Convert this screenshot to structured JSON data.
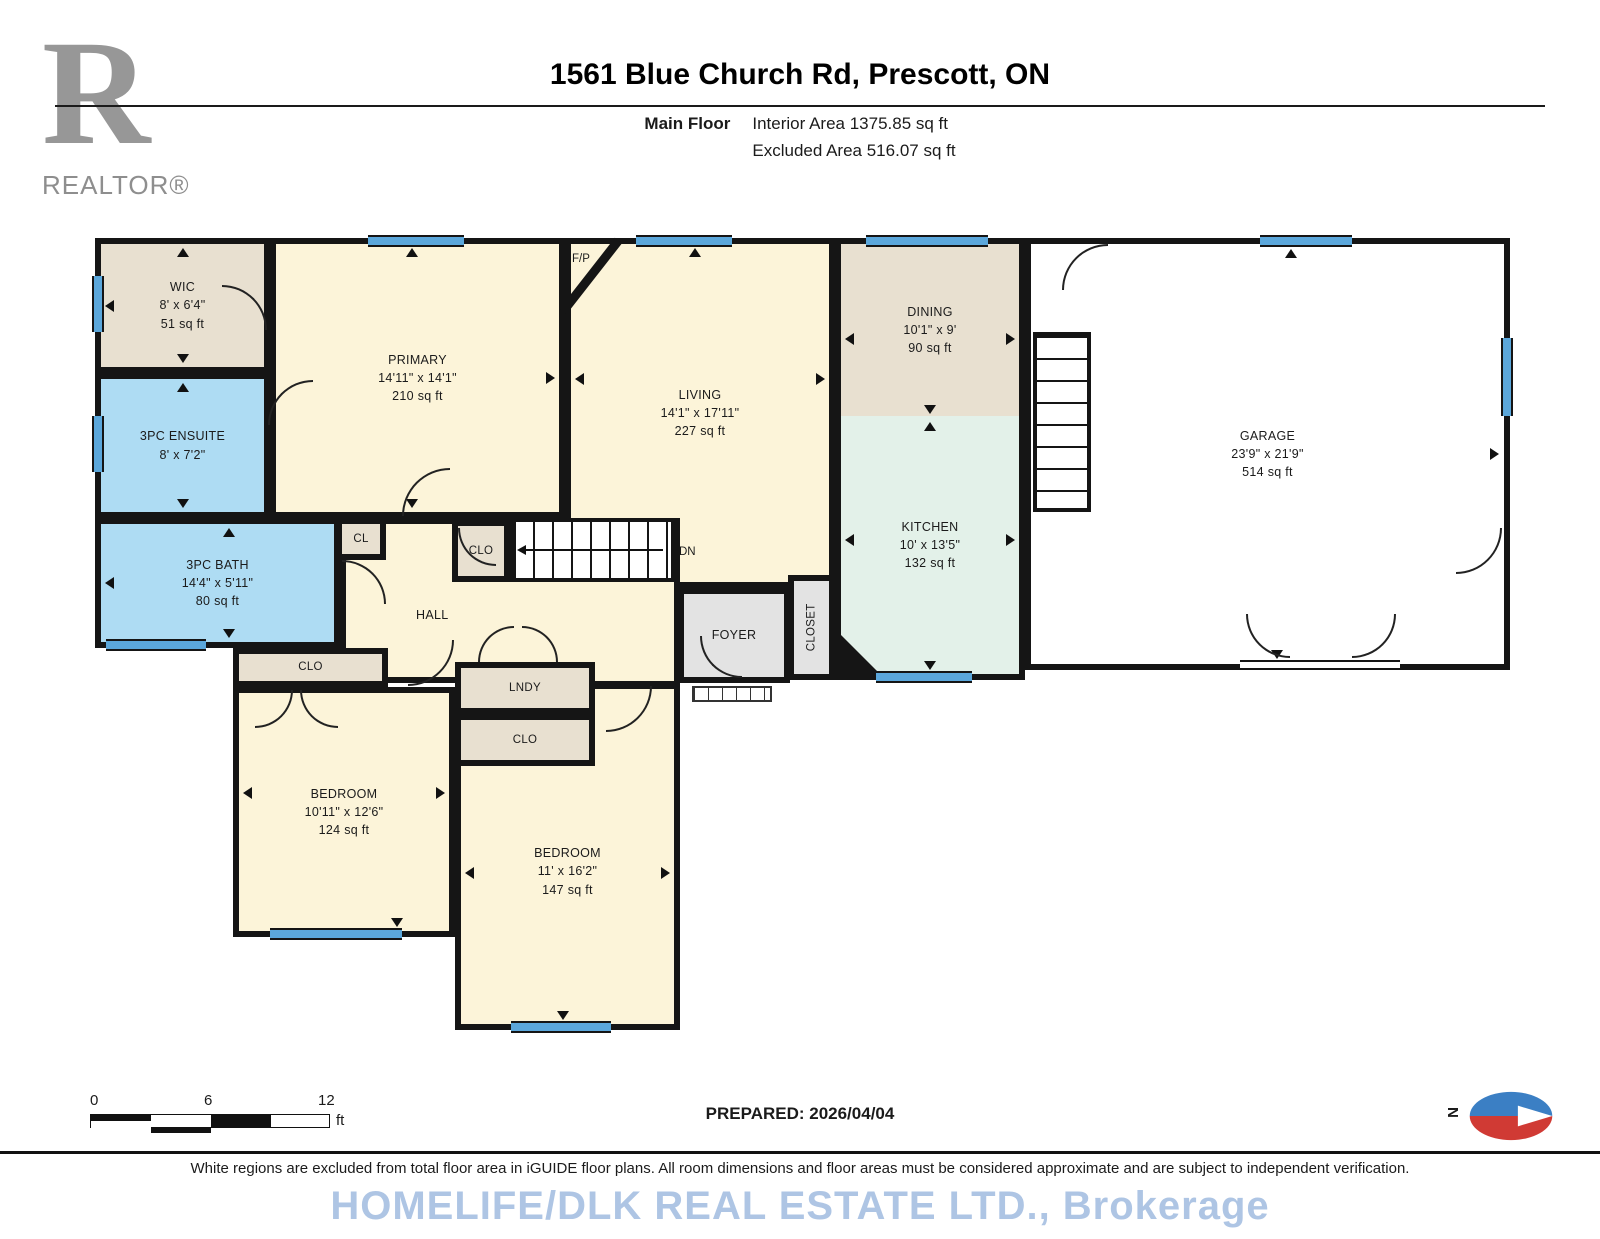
{
  "header": {
    "logo_letter": "R",
    "logo_text": "REALTOR®",
    "title": "1561 Blue Church Rd, Prescott, ON",
    "floor_label": "Main Floor",
    "interior_area": "Interior Area 1375.85 sq ft",
    "excluded_area": "Excluded Area 516.07 sq ft"
  },
  "rooms": {
    "wic": {
      "name": "WIC",
      "dims": "8' x 6'4\"",
      "area": "51 sq ft"
    },
    "primary": {
      "name": "PRIMARY",
      "dims": "14'11\" x 14'1\"",
      "area": "210 sq ft"
    },
    "living": {
      "name": "LIVING",
      "dims": "14'1\" x 17'11\"",
      "area": "227 sq ft"
    },
    "dining": {
      "name": "DINING",
      "dims": "10'1\" x 9'",
      "area": "90 sq ft"
    },
    "kitchen": {
      "name": "KITCHEN",
      "dims": "10' x 13'5\"",
      "area": "132 sq ft"
    },
    "garage": {
      "name": "GARAGE",
      "dims": "23'9\" x 21'9\"",
      "area": "514 sq ft"
    },
    "ensuite": {
      "name": "3PC ENSUITE",
      "dims": "8' x 7'2\""
    },
    "bath": {
      "name": "3PC BATH",
      "dims": "14'4\" x 5'11\"",
      "area": "80 sq ft"
    },
    "bedroom1": {
      "name": "BEDROOM",
      "dims": "10'11\" x 12'6\"",
      "area": "124 sq ft"
    },
    "bedroom2": {
      "name": "BEDROOM",
      "dims": "11' x 16'2\"",
      "area": "147 sq ft"
    },
    "hall": {
      "name": "HALL"
    },
    "foyer": {
      "name": "FOYER"
    },
    "closet": {
      "name": "CLOSET"
    },
    "cl": {
      "name": "CL"
    },
    "clo": {
      "name": "CLO"
    },
    "lndy": {
      "name": "LNDY"
    }
  },
  "plan_labels": {
    "dn": "DN",
    "fireplace": "F/P"
  },
  "footer": {
    "scale": {
      "zero": "0",
      "six": "6",
      "twelve": "12",
      "unit": "ft"
    },
    "prepared": "PREPARED: 2026/04/04",
    "compass_n": "N",
    "disclaimer": "White regions are excluded from total floor area in iGUIDE floor plans. All room dimensions and floor areas must be considered approximate and are subject to independent verification.",
    "watermark": "HOMELIFE/DLK REAL ESTATE LTD., Brokerage"
  },
  "colors": {
    "wall": "#151515",
    "cream": "#fcf4d9",
    "tan": "#e8e0d0",
    "blue_room": "#aedcf3",
    "mint": "#e3f1e9",
    "gray": "#e3e3e3",
    "window": "#5ba7db",
    "watermark_blue": "#789ed2"
  }
}
